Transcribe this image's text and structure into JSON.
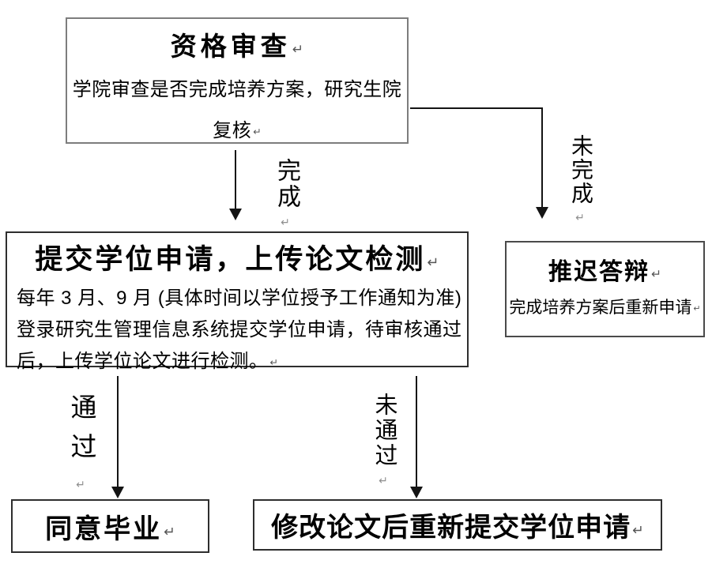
{
  "diagram": {
    "type": "flowchart",
    "nodes": {
      "review": {
        "title": "资格审查",
        "body_lines": [
          "学院审查是否完成培养方案，研究生院",
          "复核"
        ]
      },
      "apply": {
        "title": "提交学位申请，上传论文检测",
        "body_lines": [
          "每年 3 月、9 月 (具体时间以学位授予工作通知为准)",
          "登录研究生管理信息系统提交学位申请，待审核通过",
          "后，上传学位论文进行检测。"
        ]
      },
      "postpone": {
        "title": "推迟答辩",
        "body": "完成培养方案后重新申请"
      },
      "graduate": {
        "title": "同意毕业"
      },
      "resubmit": {
        "title": "修改论文后重新提交学位申请"
      }
    },
    "edges": [
      {
        "from": "review",
        "to": "apply",
        "label": "完成"
      },
      {
        "from": "review",
        "to": "postpone",
        "label": "未完成"
      },
      {
        "from": "apply",
        "to": "graduate",
        "label": "通过"
      },
      {
        "from": "apply",
        "to": "resubmit",
        "label": "未通过"
      }
    ],
    "marks": {
      "paragraph": "↵"
    },
    "colors": {
      "box_border_light": "#7d7d7d",
      "box_border_dark": "#2e2e2e",
      "arrow": "#141414",
      "text": "#000000",
      "mark": "#8f8f8f"
    }
  }
}
